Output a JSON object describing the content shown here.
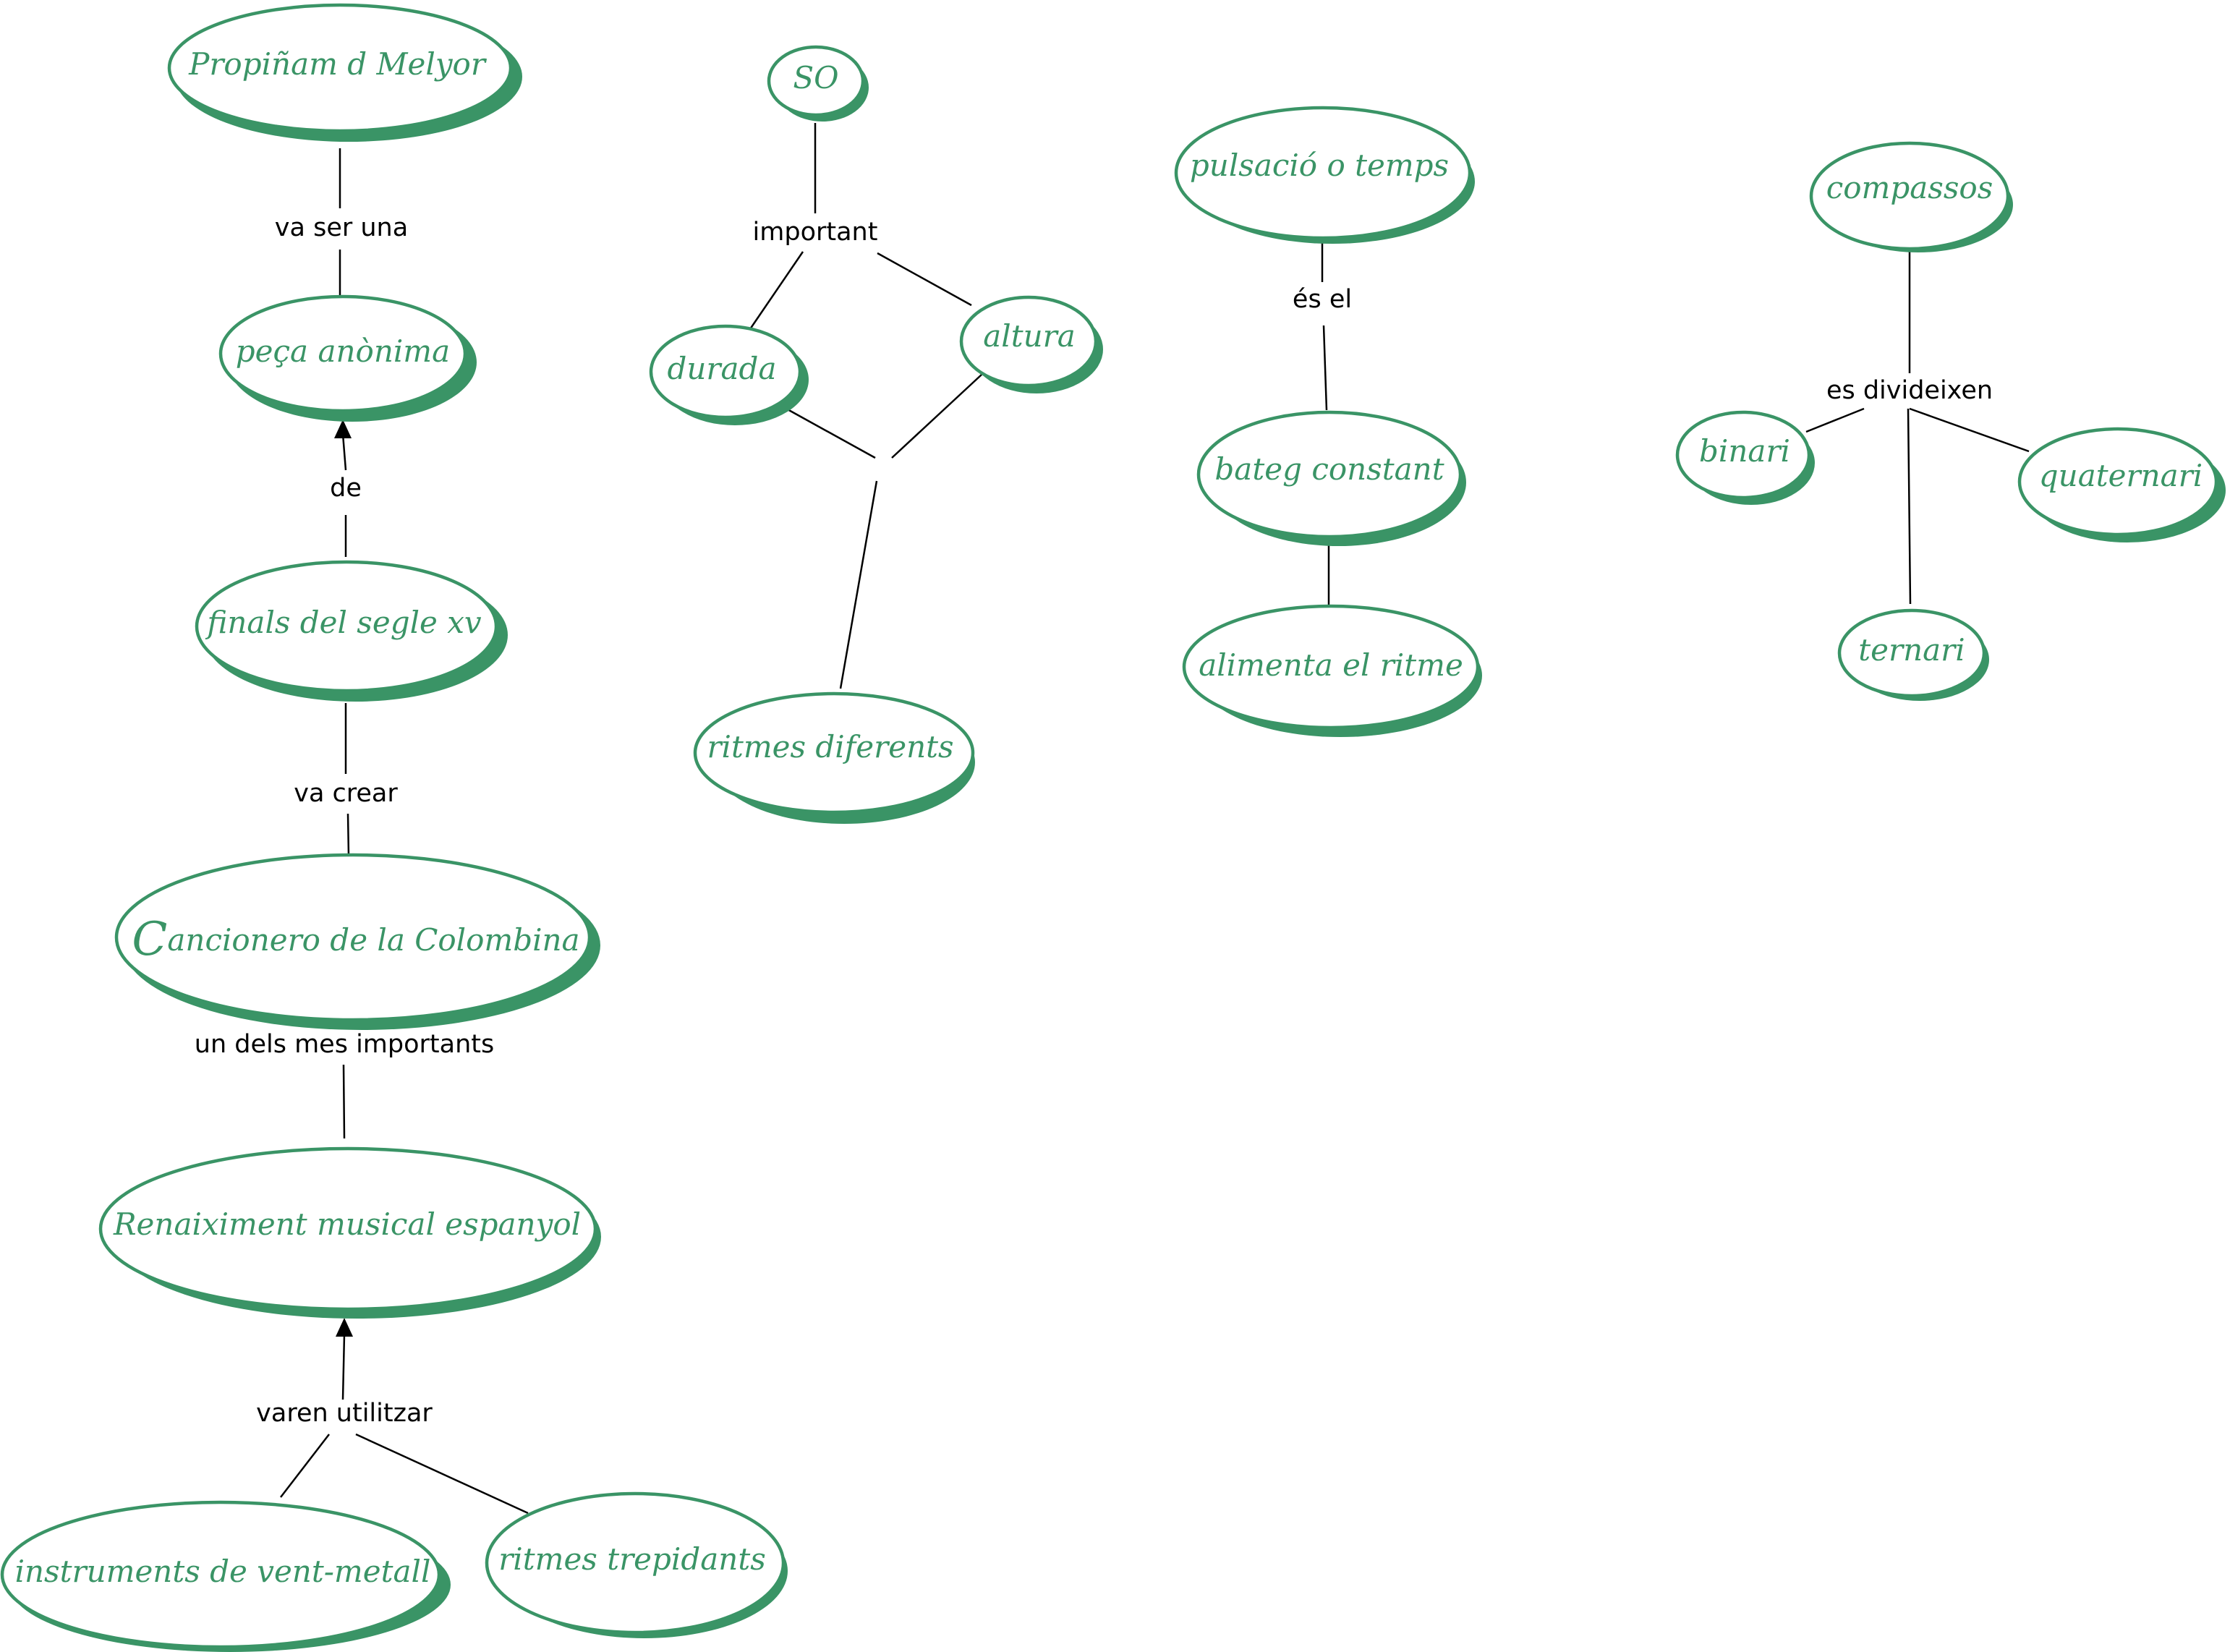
{
  "colors": {
    "node": "#3a9466",
    "link_text": "#000000",
    "background": "#ffffff"
  },
  "concepts": {
    "propinam": "Propiñam d Melyor",
    "peca": "peça anònima",
    "finals": "finals del segle xv",
    "cancionero_initial": "C",
    "cancionero_rest": "ancionero de la Colombina",
    "renaixement": "Renaiximent musical espanyol",
    "instruments": "instruments de vent-metall",
    "ritmes_trepidants": "ritmes trepidants",
    "so": "SO",
    "durada": "durada",
    "altura": "altura",
    "ritmes_diferents": "ritmes diferents",
    "pulsacio": "pulsació o temps",
    "bateg": "bateg constant",
    "alimenta": "alimenta el ritme",
    "compassos": "compassos",
    "binari": "binari",
    "quaternari": "quaternari",
    "ternari": "ternari"
  },
  "links": {
    "va_ser_una": "va ser una",
    "de": "de",
    "va_crear": "va crear",
    "un_dels": "un dels mes importants",
    "varen_utilitzar": "varen utilitzar",
    "important": "important",
    "es_el": "és el",
    "es_divideixen": "es divideixen"
  }
}
